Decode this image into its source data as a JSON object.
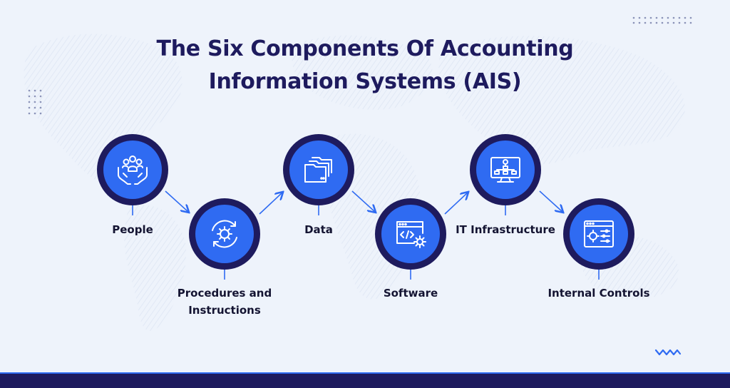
{
  "title": {
    "line1": "The Six Components Of Accounting",
    "line2": "Information Systems (AIS)"
  },
  "colors": {
    "background": "#eef3fb",
    "navy": "#1e1b5e",
    "accent": "#2f6bf2",
    "text": "#141432"
  },
  "components": [
    {
      "label_lines": [
        "People"
      ],
      "icon": "people-in-hands-icon"
    },
    {
      "label_lines": [
        "Procedures and",
        "Instructions"
      ],
      "icon": "gear-cycle-icon"
    },
    {
      "label_lines": [
        "Data"
      ],
      "icon": "folders-icon"
    },
    {
      "label_lines": [
        "Software"
      ],
      "icon": "code-window-gear-icon"
    },
    {
      "label_lines": [
        "IT Infrastructure"
      ],
      "icon": "network-monitor-icon"
    },
    {
      "label_lines": [
        "Internal Controls"
      ],
      "icon": "control-panel-icon"
    }
  ]
}
